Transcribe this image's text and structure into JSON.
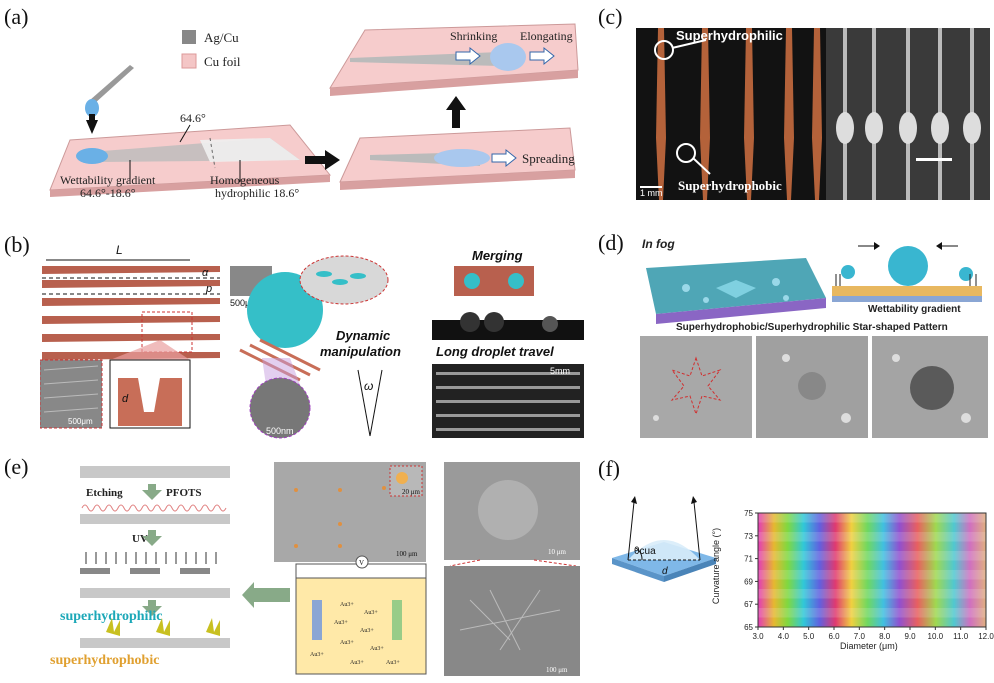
{
  "panels": {
    "a": {
      "label": "(a)",
      "legend": [
        "Ag/Cu",
        "Cu foil"
      ],
      "angle_top": "64.6°",
      "wettability_gradient": "Wettability gradient",
      "gradient_range": "64.6°-18.6°",
      "homogeneous": "Homogeneous",
      "hydrophilic": "hydrophilic 18.6°",
      "shrinking": "Shrinking",
      "elongating": "Elongating",
      "spreading": "Spreading"
    },
    "b": {
      "label": "(b)",
      "L": "L",
      "alpha": "α",
      "p": "p",
      "d": "d",
      "scale_500um_a": "500μm",
      "scale_500um_b": "500μm",
      "scale_500nm": "500nm",
      "dynamic": "Dynamic",
      "manipulation": "manipulation",
      "omega": "ω",
      "merging": "Merging",
      "long_travel": "Long droplet travel",
      "scale_5mm": "5mm"
    },
    "c": {
      "label": "(c)",
      "superhydrophilic": "Superhydrophilic",
      "superhydrophobic": "Superhydrophobic",
      "scale": "1 mm"
    },
    "d": {
      "label": "(d)",
      "in_fog": "In fog",
      "wettability_gradient": "Wettability gradient",
      "caption": "Superhydrophobic/Superhydrophilic Star-shaped Pattern"
    },
    "e": {
      "label": "(e)",
      "etching": "Etching",
      "pfots": "PFOTS",
      "uv": "UV",
      "superhydrophilic": "superhydrophilic",
      "superhydrophobic": "superhydrophobic",
      "scale_20um": "20 μm",
      "scale_100um": "100 μm",
      "scale_10um": "10 μm",
      "scale_100um_b": "100 μm",
      "voltmeter": "V",
      "ions": [
        "Au3+",
        "Au3+",
        "Au3+",
        "Au3+",
        "Au3+",
        "Au3+",
        "Au3+",
        "Au3+",
        "Au3+"
      ]
    },
    "f": {
      "label": "(f)",
      "theta": "θcua",
      "d": "d"
    }
  },
  "chart_data": {
    "type": "heatmap",
    "xlabel": "Diameter (μm)",
    "ylabel": "Curvature angle (°)",
    "xlim": [
      3.0,
      12.0
    ],
    "ylim": [
      65,
      75
    ],
    "x_ticks": [
      "3.0",
      "4.0",
      "5.0",
      "6.0",
      "7.0",
      "8.0",
      "9.0",
      "10.0",
      "11.0",
      "12.0"
    ],
    "y_ticks": [
      "65",
      "67",
      "69",
      "71",
      "73",
      "75"
    ]
  }
}
